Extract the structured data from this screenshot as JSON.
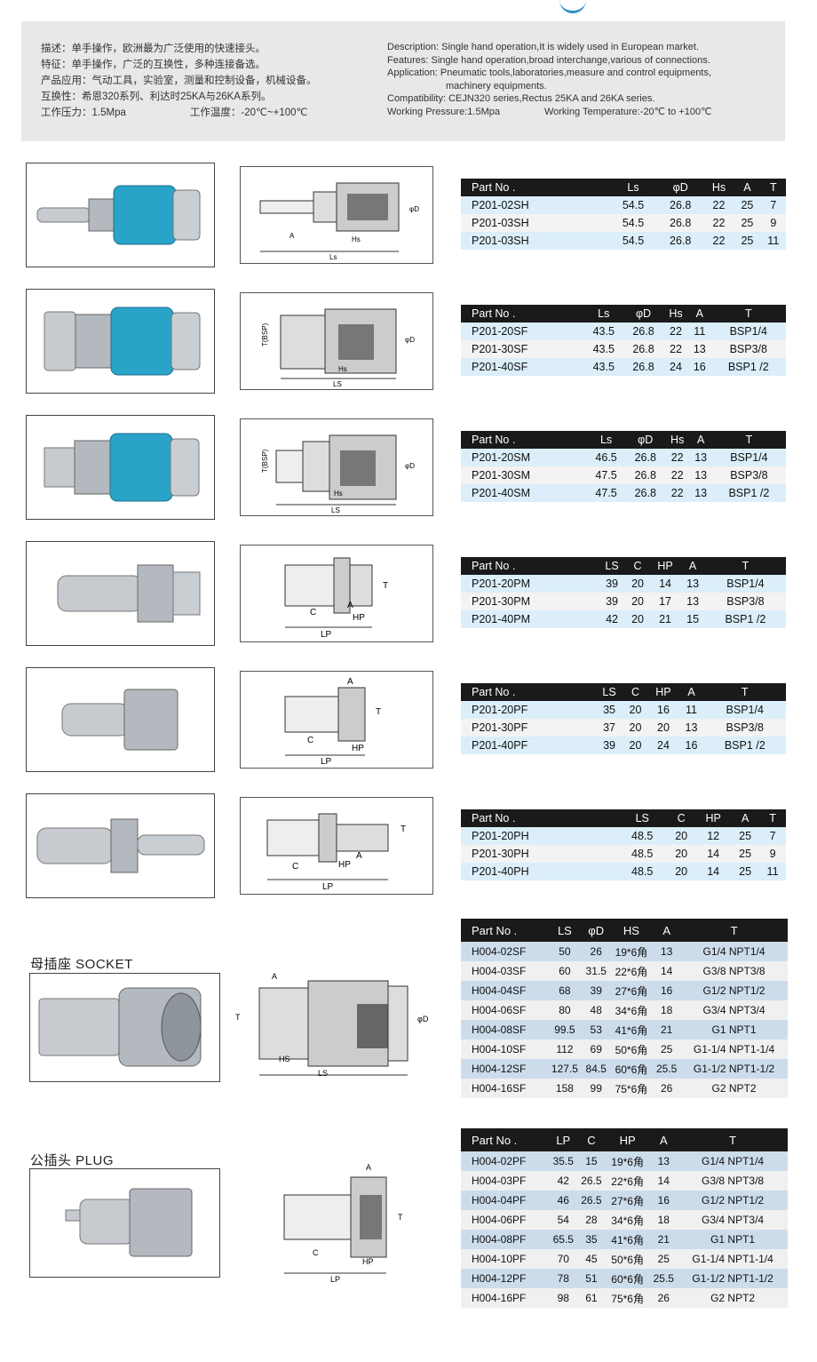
{
  "info": {
    "cn": [
      "描述：单手操作，欧洲最为广泛使用的快速接头。",
      "特征：单手操作，广泛的互换性，多种连接备选。",
      "产品应用：气动工具，实验室，测量和控制设备，机械设备。",
      "互换性：希恩320系列、利达时25KA与26KA系列。"
    ],
    "cn_pressure": "工作压力：1.5Mpa",
    "cn_temperature": "工作温度：-20℃~+100℃",
    "en": [
      "Description: Single hand operation,It is widely used in European market.",
      "Features: Single hand operation,broad interchange,various of connections.",
      "Application: Pneumatic tools,laboratories,measure and control equipments,"
    ],
    "en_application_cont": "machinery equipments.",
    "en_compat": "Compatibility: CEJN320 series,Rectus 25KA and 26KA series.",
    "en_pressure": "Working Pressure:1.5Mpa",
    "en_temperature": "Working Temperature:-20℃  to +100℃"
  },
  "sections": [
    {
      "headers": [
        "Part No .",
        "Ls",
        "φD",
        "Hs",
        "A",
        "T"
      ],
      "rows": [
        [
          "P201-02SH",
          "54.5",
          "26.8",
          "22",
          "25",
          "7"
        ],
        [
          "P201-03SH",
          "54.5",
          "26.8",
          "22",
          "25",
          "9"
        ],
        [
          "P201-03SH",
          "54.5",
          "26.8",
          "22",
          "25",
          "11"
        ]
      ]
    },
    {
      "headers": [
        "Part No .",
        "Ls",
        "φD",
        "Hs",
        "A",
        "T"
      ],
      "rows": [
        [
          "P201-20SF",
          "43.5",
          "26.8",
          "22",
          "11",
          "BSP1/4"
        ],
        [
          "P201-30SF",
          "43.5",
          "26.8",
          "22",
          "13",
          "BSP3/8"
        ],
        [
          "P201-40SF",
          "43.5",
          "26.8",
          "24",
          "16",
          "BSP1 /2"
        ]
      ]
    },
    {
      "headers": [
        "Part No .",
        "Ls",
        "φD",
        "Hs",
        "A",
        "T"
      ],
      "rows": [
        [
          "P201-20SM",
          "46.5",
          "26.8",
          "22",
          "13",
          "BSP1/4"
        ],
        [
          "P201-30SM",
          "47.5",
          "26.8",
          "22",
          "13",
          "BSP3/8"
        ],
        [
          "P201-40SM",
          "47.5",
          "26.8",
          "22",
          "13",
          "BSP1 /2"
        ]
      ]
    },
    {
      "headers": [
        "Part No .",
        "LS",
        "C",
        "HP",
        "A",
        "T"
      ],
      "rows": [
        [
          "P201-20PM",
          "39",
          "20",
          "14",
          "13",
          "BSP1/4"
        ],
        [
          "P201-30PM",
          "39",
          "20",
          "17",
          "13",
          "BSP3/8"
        ],
        [
          "P201-40PM",
          "42",
          "20",
          "21",
          "15",
          "BSP1 /2"
        ]
      ]
    },
    {
      "headers": [
        "Part No .",
        "LS",
        "C",
        "HP",
        "A",
        "T"
      ],
      "rows": [
        [
          "P201-20PF",
          "35",
          "20",
          "16",
          "11",
          "BSP1/4"
        ],
        [
          "P201-30PF",
          "37",
          "20",
          "20",
          "13",
          "BSP3/8"
        ],
        [
          "P201-40PF",
          "39",
          "20",
          "24",
          "16",
          "BSP1 /2"
        ]
      ]
    },
    {
      "headers": [
        "Part No .",
        "LS",
        "C",
        "HP",
        "A",
        "T"
      ],
      "rows": [
        [
          "P201-20PH",
          "48.5",
          "20",
          "12",
          "25",
          "7"
        ],
        [
          "P201-30PH",
          "48.5",
          "20",
          "14",
          "25",
          "9"
        ],
        [
          "P201-40PH",
          "48.5",
          "20",
          "14",
          "25",
          "11"
        ]
      ]
    }
  ],
  "socket": {
    "caption": "母插座 SOCKET",
    "headers": [
      "Part  No .",
      "LS",
      "φD",
      "HS",
      "A",
      "T"
    ],
    "rows": [
      [
        "H004-02SF",
        "50",
        "26",
        "19*6角",
        "13",
        "G1/4 NPT1/4"
      ],
      [
        "H004-03SF",
        "60",
        "31.5",
        "22*6角",
        "14",
        "G3/8 NPT3/8"
      ],
      [
        "H004-04SF",
        "68",
        "39",
        "27*6角",
        "16",
        "G1/2 NPT1/2"
      ],
      [
        "H004-06SF",
        "80",
        "48",
        "34*6角",
        "18",
        "G3/4 NPT3/4"
      ],
      [
        "H004-08SF",
        "99.5",
        "53",
        "41*6角",
        "21",
        "G1 NPT1"
      ],
      [
        "H004-10SF",
        "112",
        "69",
        "50*6角",
        "25",
        "G1-1/4 NPT1-1/4"
      ],
      [
        "H004-12SF",
        "127.5",
        "84.5",
        "60*6角",
        "25.5",
        "G1-1/2 NPT1-1/2"
      ],
      [
        "H004-16SF",
        "158",
        "99",
        "75*6角",
        "26",
        "G2 NPT2"
      ]
    ]
  },
  "plug": {
    "caption": "公插头 PLUG",
    "headers": [
      "Part No .",
      "LP",
      "C",
      "HP",
      "A",
      "T"
    ],
    "rows": [
      [
        "H004-02PF",
        "35.5",
        "15",
        "19*6角",
        "13",
        "G1/4 NPT1/4"
      ],
      [
        "H004-03PF",
        "42",
        "26.5",
        "22*6角",
        "14",
        "G3/8 NPT3/8"
      ],
      [
        "H004-04PF",
        "46",
        "26.5",
        "27*6角",
        "16",
        "G1/2 NPT1/2"
      ],
      [
        "H004-06PF",
        "54",
        "28",
        "34*6角",
        "18",
        "G3/4 NPT3/4"
      ],
      [
        "H004-08PF",
        "65.5",
        "35",
        "41*6角",
        "21",
        "G1 NPT1"
      ],
      [
        "H004-10PF",
        "70",
        "45",
        "50*6角",
        "25",
        "G1-1/4 NPT1-1/4"
      ],
      [
        "H004-12PF",
        "78",
        "51",
        "60*6角",
        "25.5",
        "G1-1/2 NPT1-1/2"
      ],
      [
        "H004-16PF",
        "98",
        "61",
        "75*6角",
        "26",
        "G2 NPT2"
      ]
    ]
  },
  "drawing_labels": {
    "ls": "Ls",
    "hs": "Hs",
    "a": "A",
    "phid": "φD",
    "t": "T",
    "c": "C",
    "lp": "LP",
    "hp": "HP",
    "ls_upper": "LS",
    "hs_upper": "HS",
    "t_bsp": "T(BSP)"
  },
  "colors": {
    "blue": "#2aa3c8",
    "table_header": "#1a1a1a",
    "row_blue": "#dbeefa",
    "steel": "#b9bec4"
  }
}
